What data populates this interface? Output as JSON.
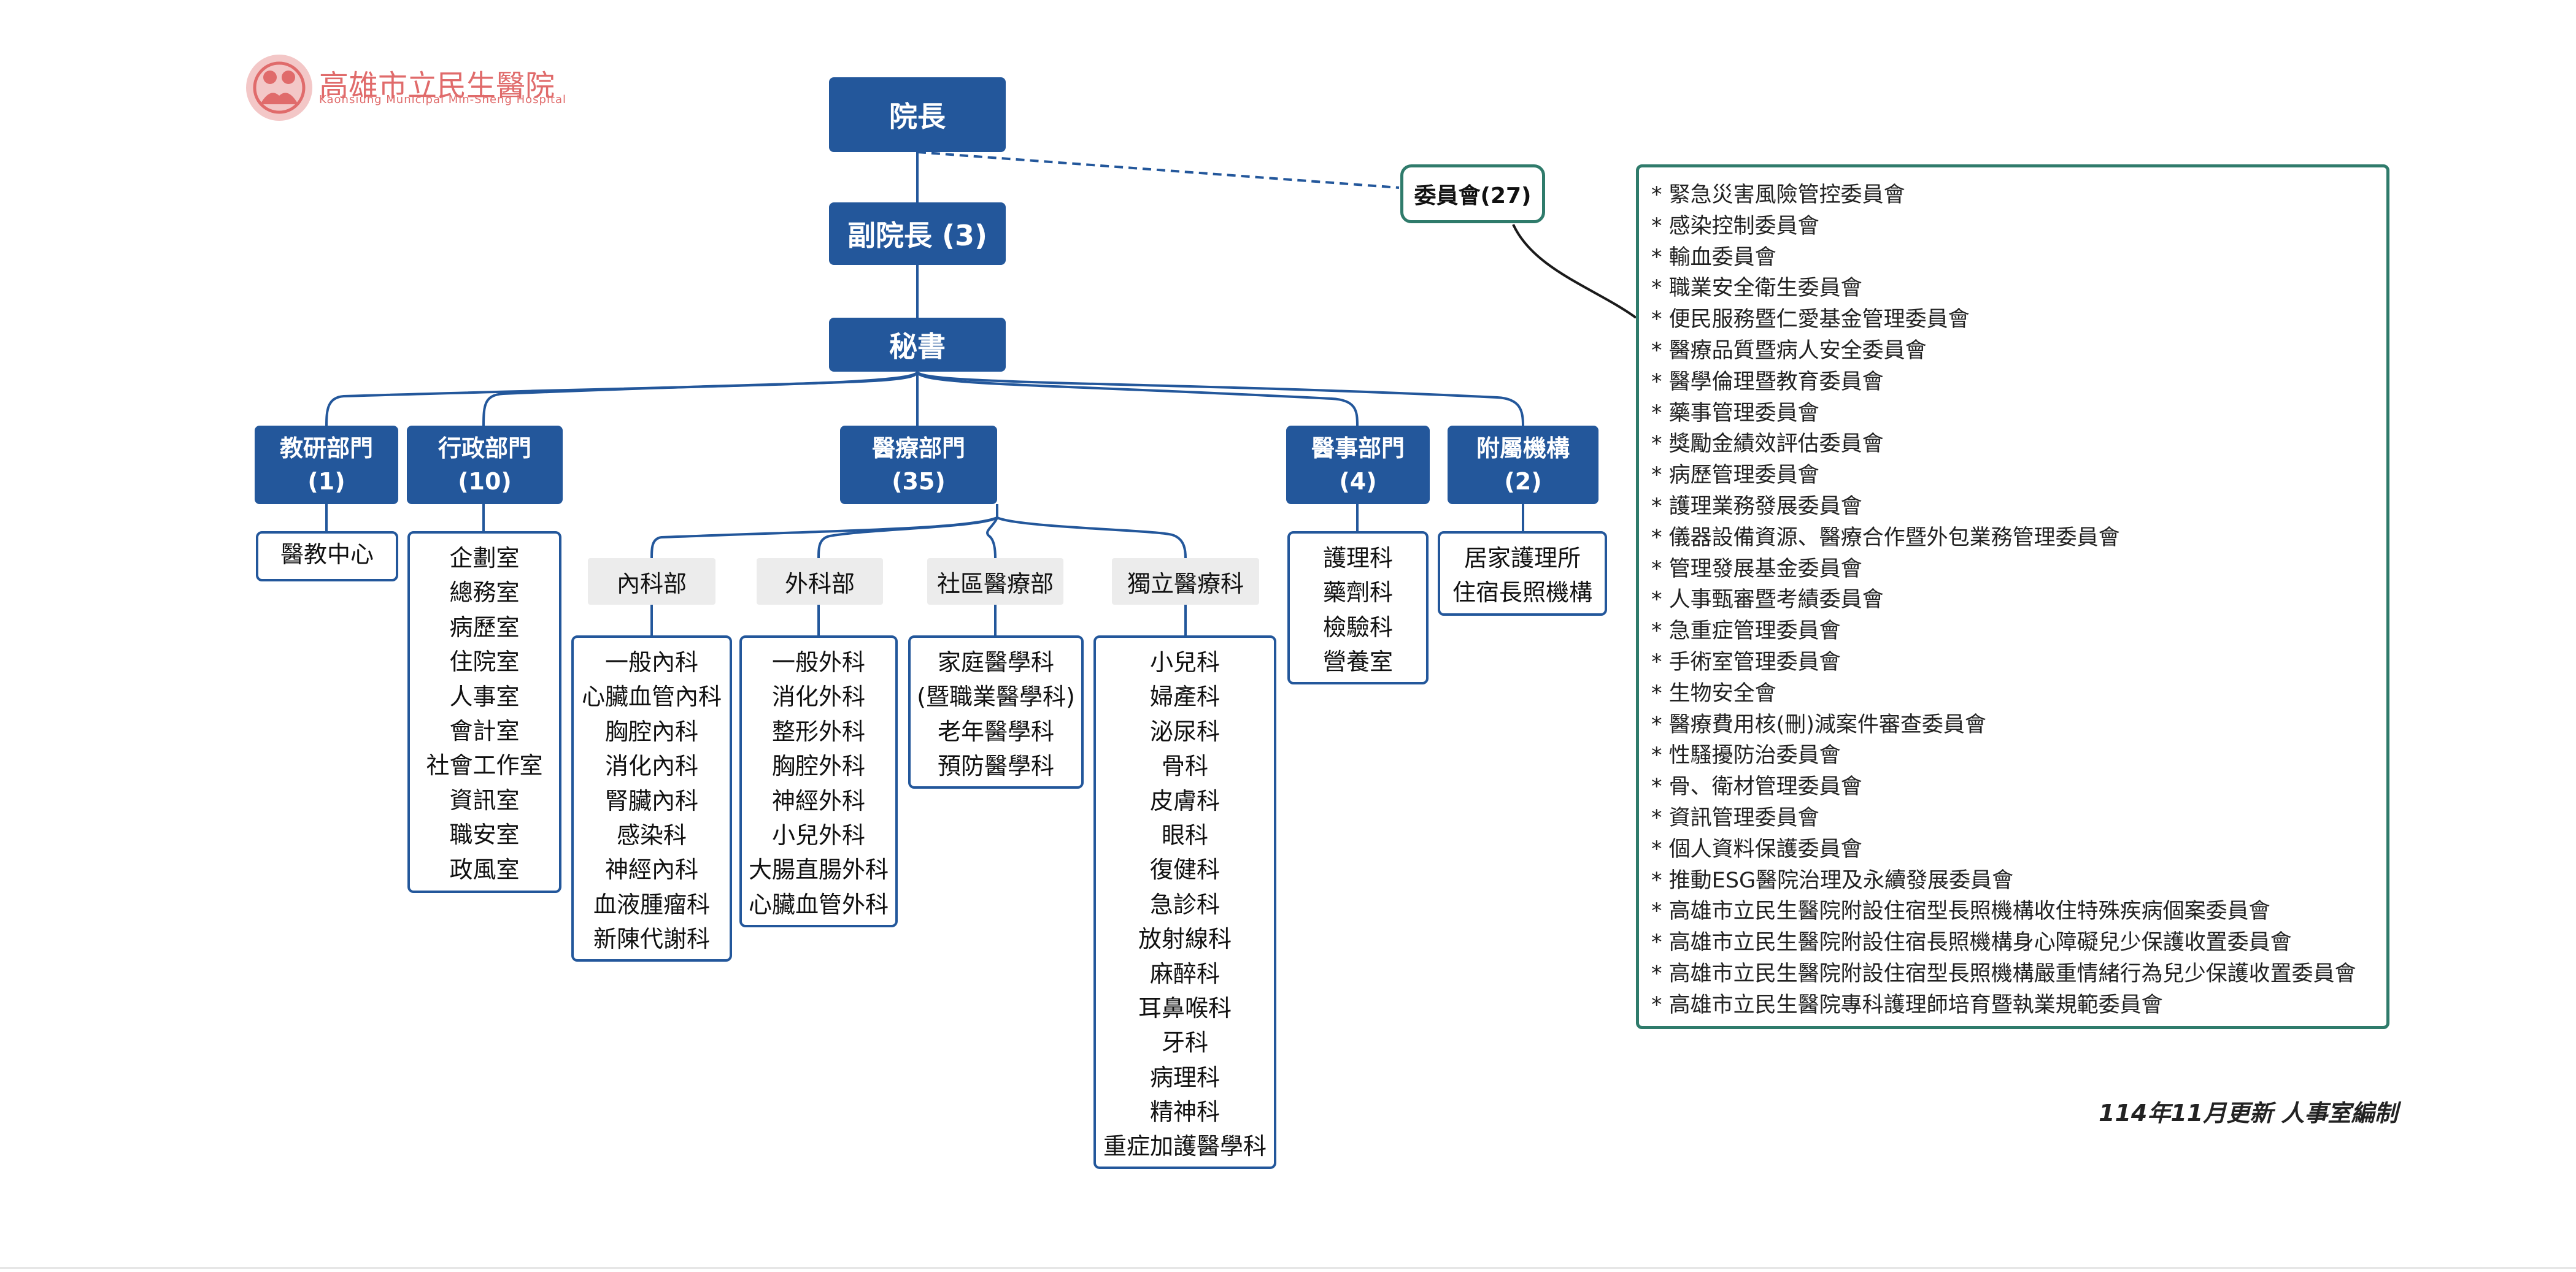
{
  "logo": {
    "name_cn": "高雄市立民生醫院",
    "name_en": "Kaohsiung Municipal Min-Sheng Hospital"
  },
  "president": "院長",
  "vice_president": "副院長 (3)",
  "secretary": "秘書",
  "committee_label": "委員會(27)",
  "departments": {
    "research": {
      "name": "教研部門",
      "count": "(1)",
      "units": [
        "醫教中心"
      ]
    },
    "admin": {
      "name": "行政部門",
      "count": "(10)",
      "units": [
        "企劃室",
        "總務室",
        "病歷室",
        "住院室",
        "人事室",
        "會計室",
        "社會工作室",
        "資訊室",
        "職安室",
        "政風室"
      ]
    },
    "medical": {
      "name": "醫療部門",
      "count": "(35)",
      "subdivisions": [
        {
          "name": "內科部",
          "units": [
            "一般內科",
            "心臟血管內科",
            "胸腔內科",
            "消化內科",
            "腎臟內科",
            "感染科",
            "神經內科",
            "血液腫瘤科",
            "新陳代謝科"
          ]
        },
        {
          "name": "外科部",
          "units": [
            "一般外科",
            "消化外科",
            "整形外科",
            "胸腔外科",
            "神經外科",
            "小兒外科",
            "大腸直腸外科",
            "心臟血管外科"
          ]
        },
        {
          "name": "社區醫療部",
          "units": [
            "家庭醫學科",
            "(暨職業醫學科)",
            "老年醫學科",
            "預防醫學科"
          ]
        },
        {
          "name": "獨立醫療科",
          "units": [
            "小兒科",
            "婦產科",
            "泌尿科",
            "骨科",
            "皮膚科",
            "眼科",
            "復健科",
            "急診科",
            "放射線科",
            "麻醉科",
            "耳鼻喉科",
            "牙科",
            "病理科",
            "精神科",
            "重症加護醫學科"
          ]
        }
      ]
    },
    "med_affairs": {
      "name": "醫事部門",
      "count": "(4)",
      "units": [
        "護理科",
        "藥劑科",
        "檢驗科",
        "營養室"
      ]
    },
    "affiliated": {
      "name": "附屬機構",
      "count": "(2)",
      "units": [
        "居家護理所",
        "住宿長照機構"
      ]
    }
  },
  "committees": [
    "*  緊急災害風險管控委員會",
    "* 感染控制委員會",
    "* 輸血委員會",
    "* 職業安全衛生委員會",
    "* 便民服務暨仁愛基金管理委員會",
    "* 醫療品質暨病人安全委員會",
    "* 醫學倫理暨教育委員會",
    "* 藥事管理委員會",
    "* 獎勵金績效評估委員會",
    "* 病歷管理委員會",
    "* 護理業務發展委員會",
    "* 儀器設備資源、醫療合作暨外包業務管理委員會",
    "* 管理發展基金委員會",
    "* 人事甄審暨考績委員會",
    "* 急重症管理委員會",
    "* 手術室管理委員會",
    "* 生物安全會",
    "* 醫療費用核(刪)減案件審查委員會",
    "* 性騷擾防治委員會",
    "* 骨、衛材管理委員會",
    "* 資訊管理委員會",
    "* 個人資料保護委員會",
    "* 推動ESG醫院治理及永續發展委員會",
    "* 高雄市立民生醫院附設住宿型長照機構收住特殊疾病個案委員會",
    "* 高雄市立民生醫院附設住宿長照機構身心障礙兒少保護收置委員會",
    "* 高雄市立民生醫院附設住宿型長照機構嚴重情緒行為兒少保護收置委員會",
    "* 高雄市立民生醫院專科護理師培育暨執業規範委員會"
  ],
  "footer": "114年11月更新 人事室編制",
  "colors": {
    "primary": "#23579b",
    "committee": "#2f7b6b",
    "subheader_bg": "#ececec",
    "logo": "#e06b6b"
  }
}
